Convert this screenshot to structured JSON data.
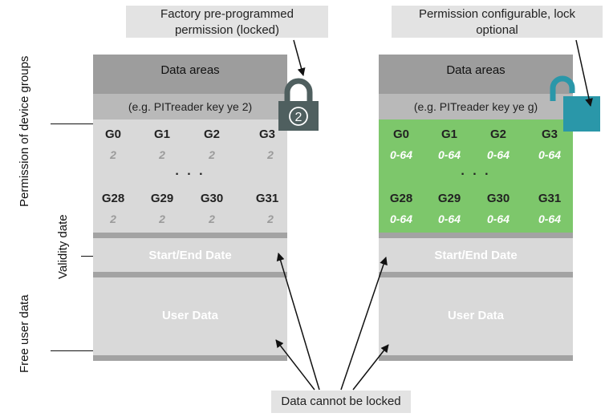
{
  "callouts": {
    "factory": "Factory pre-programmed permission (locked)",
    "configurable": "Permission configurable, lock optional",
    "no_lock": "Data cannot be locked"
  },
  "side_labels": {
    "permission": "Permission of device groups",
    "validity": "Validity date",
    "free_user": "Free user data"
  },
  "left_panel": {
    "title": "Data areas",
    "subtitle": "(e.g. PITreader key ye 2)",
    "row1_groups": [
      "G0",
      "G1",
      "G2",
      "G3"
    ],
    "row1_values": [
      "2",
      "2",
      "2",
      "2"
    ],
    "dots": ". . .",
    "row2_groups": [
      "G28",
      "G29",
      "G30",
      "G31"
    ],
    "row2_values": [
      "2",
      "2",
      "2",
      "2"
    ],
    "date_label": "Start/End Date",
    "user_label": "User Data",
    "lock_number": "2"
  },
  "right_panel": {
    "title": "Data areas",
    "subtitle": "(e.g. PITreader key ye g)",
    "row1_groups": [
      "G0",
      "G1",
      "G2",
      "G3"
    ],
    "row1_values": [
      "0-64",
      "0-64",
      "0-64",
      "0-64"
    ],
    "dots": ". . .",
    "row2_groups": [
      "G28",
      "G29",
      "G30",
      "G31"
    ],
    "row2_values": [
      "0-64",
      "0-64",
      "0-64",
      "0-64"
    ],
    "date_label": "Start/End Date",
    "user_label": "User Data"
  },
  "icons": {
    "left_lock": "padlock-closed-icon",
    "right_lock": "padlock-open-icon"
  },
  "colors": {
    "header": "#9d9d9d",
    "header_sub": "#b9b9b9",
    "body": "#d9d9d9",
    "separator": "#a3a3a3",
    "permission_green": "#7dc76b",
    "locked_value": "#9b9b9b",
    "lock_dark": "#4f5f5f",
    "lock_teal": "#2a97a9"
  }
}
